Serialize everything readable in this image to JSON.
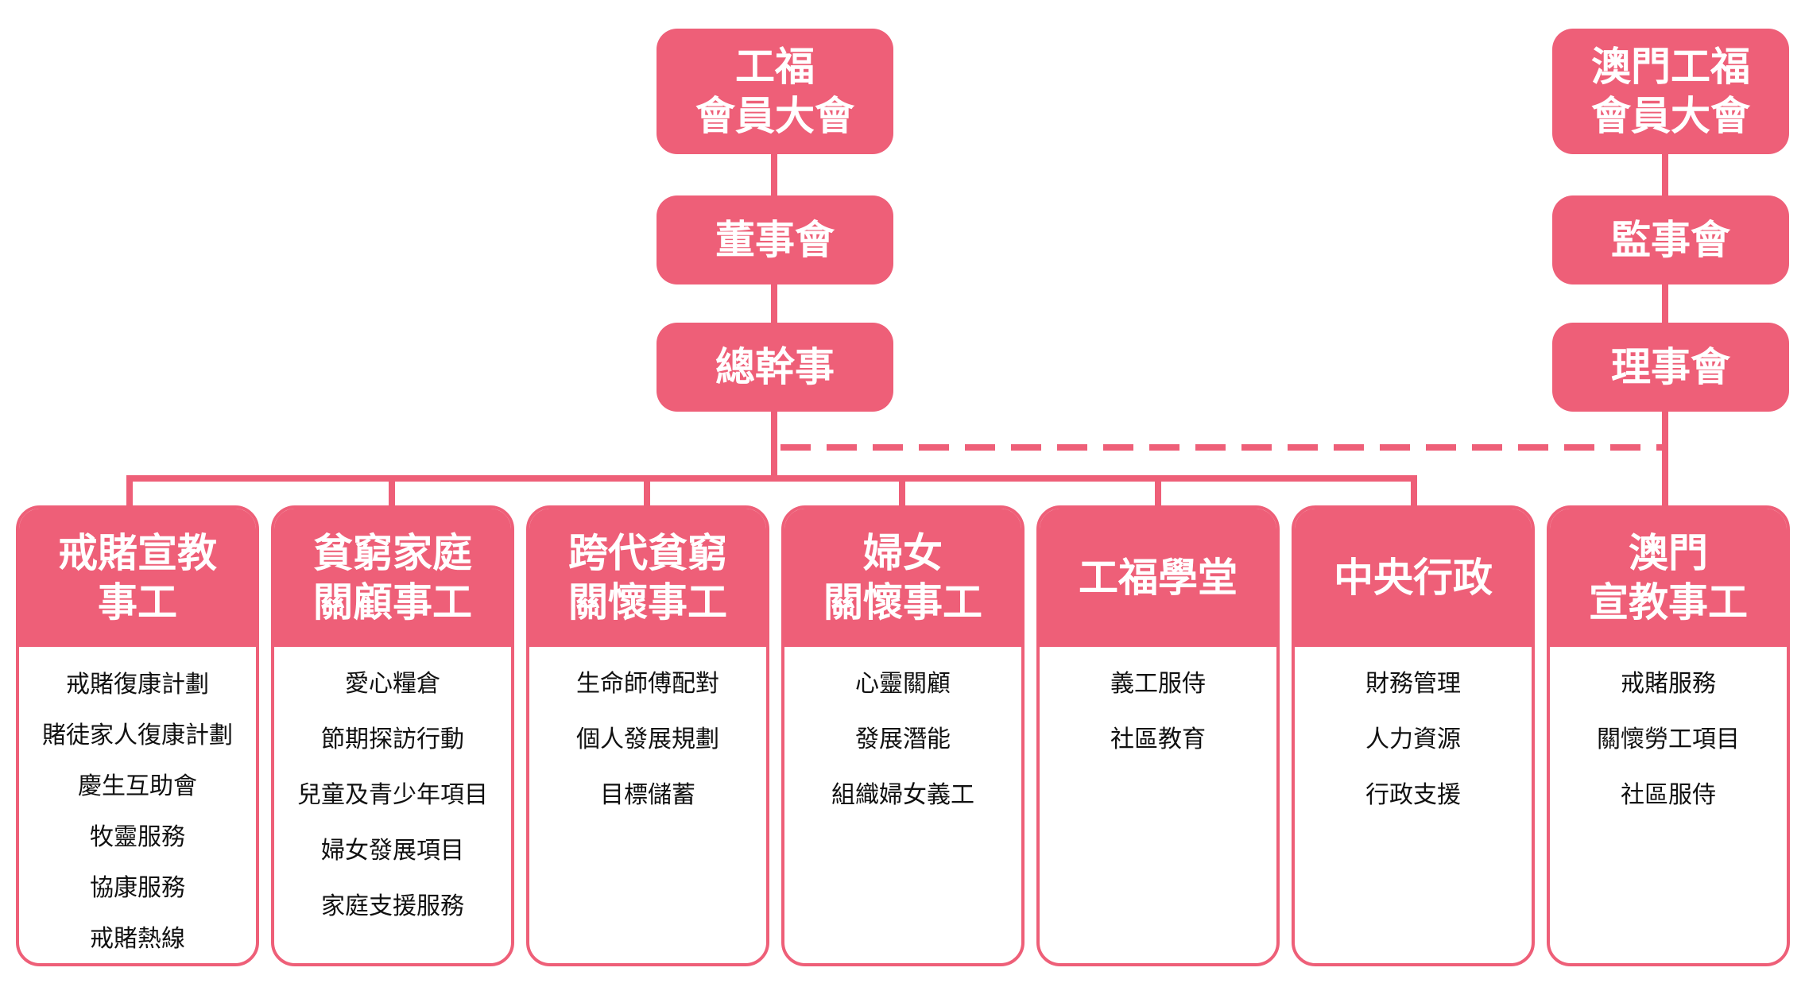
{
  "colors": {
    "accent": "#ee5f78",
    "text_dark": "#111111",
    "text_light": "#ffffff"
  },
  "top_nodes": {
    "members_assembly": [
      "工福",
      "會員大會"
    ],
    "board": "董事會",
    "general_secretary": "總幹事",
    "macau_assembly": [
      "澳門工福",
      "會員大會"
    ],
    "supervisory_board": "監事會",
    "macau_council": "理事會"
  },
  "departments": [
    {
      "title": [
        "戒賭宣教",
        "事工"
      ],
      "items": [
        "戒賭復康計劃",
        "賭徒家人復康計劃",
        "慶生互助會",
        "牧靈服務",
        "協康服務",
        "戒賭熱線"
      ]
    },
    {
      "title": [
        "貧窮家庭",
        "關顧事工"
      ],
      "items": [
        "愛心糧倉",
        "節期探訪行動",
        "兒童及青少年項目",
        "婦女發展項目",
        "家庭支援服務"
      ]
    },
    {
      "title": [
        "跨代貧窮",
        "關懷事工"
      ],
      "items": [
        "生命師傅配對",
        "個人發展規劃",
        "目標儲蓄"
      ]
    },
    {
      "title": [
        "婦女",
        "關懷事工"
      ],
      "items": [
        "心靈關顧",
        "發展潛能",
        "組織婦女義工"
      ]
    },
    {
      "title": [
        "工福學堂"
      ],
      "items": [
        "義工服侍",
        "社區教育"
      ]
    },
    {
      "title": [
        "中央行政"
      ],
      "items": [
        "財務管理",
        "人力資源",
        "行政支援"
      ]
    },
    {
      "title": [
        "澳門",
        "宣教事工"
      ],
      "items": [
        "戒賭服務",
        "關懷勞工項目",
        "社區服侍"
      ]
    }
  ]
}
